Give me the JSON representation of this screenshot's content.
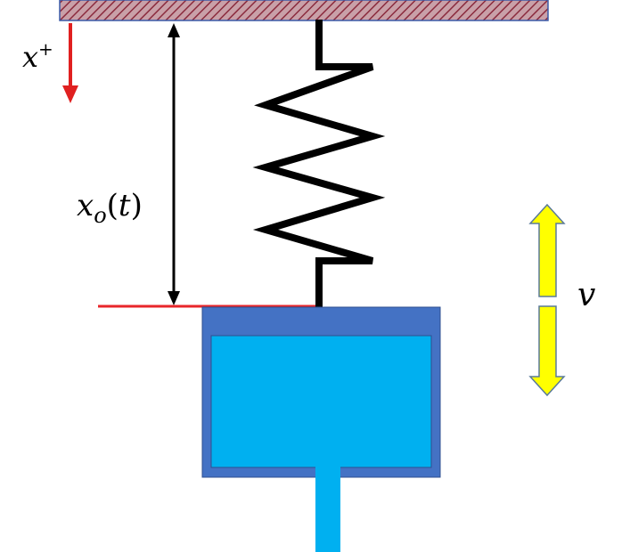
{
  "labels": {
    "x_positive": "x",
    "x_positive_sup": "+",
    "displacement_var": "x",
    "displacement_sub": "o",
    "displacement_arg_open": "(",
    "displacement_arg": "t",
    "displacement_arg_close": ")",
    "velocity": "v"
  },
  "colors": {
    "ceiling_fill": "#c9a0a8",
    "ceiling_hatch": "#8b2b3e",
    "ceiling_border": "#3a5aa8",
    "spring": "#000000",
    "reference_line": "#e8262a",
    "x_arrow": "#e02020",
    "mass_outer": "#4472c4",
    "mass_inner": "#00b0f0",
    "rod": "#00b0f0",
    "velocity_arrow_fill": "#ffff00",
    "velocity_arrow_stroke": "#5a7a9a"
  },
  "icons": {
    "x_direction": "arrow-down-icon",
    "velocity_up": "arrow-up-icon",
    "velocity_down": "arrow-down-icon"
  }
}
